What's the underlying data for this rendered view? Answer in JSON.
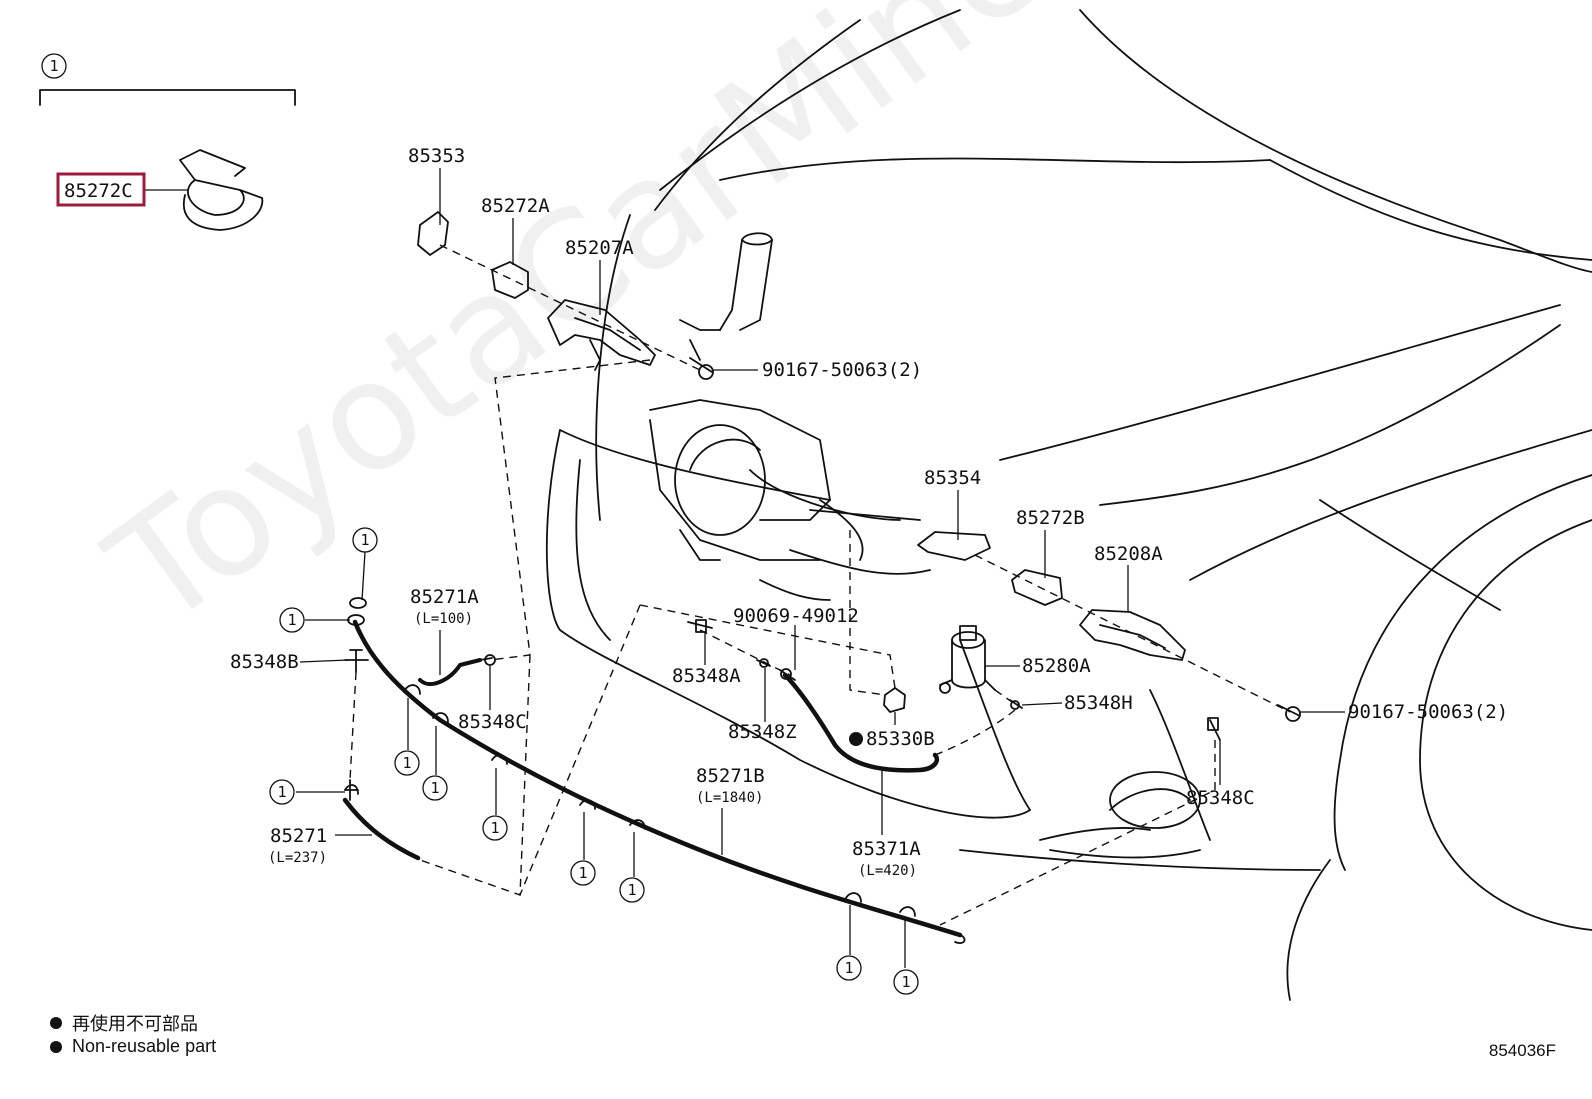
{
  "watermark": "ToyotaCarMine.ru",
  "group_marker": "1",
  "highlight_color": "#9b1b3a",
  "part_labels": {
    "p85272C": "85272C",
    "p85353": "85353",
    "p85272A": "85272A",
    "p85207A": "85207A",
    "bolt_top": "90167-50063(2)",
    "p85354": "85354",
    "p85272B": "85272B",
    "p85208A": "85208A",
    "p85271A": "85271A",
    "p85271A_len": "(L=100)",
    "p85348B": "85348B",
    "p85348C_left": "85348C",
    "p90069": "90069-49012",
    "p85348A": "85348A",
    "p85348Z": "85348Z",
    "p85280A": "85280A",
    "p85348H": "85348H",
    "p85330B": "85330B",
    "bolt_right": "90167-50063(2)",
    "p85348C_right": "85348C",
    "p85271B": "85271B",
    "p85271B_len": "(L=1840)",
    "p85271": "85271",
    "p85271_len": "(L=237)",
    "p85371A": "85371A",
    "p85371A_len": "(L=420)"
  },
  "legend": {
    "line1": "再使用不可部品",
    "line2": "Non-reusable part"
  },
  "diagram_code": "854036F"
}
